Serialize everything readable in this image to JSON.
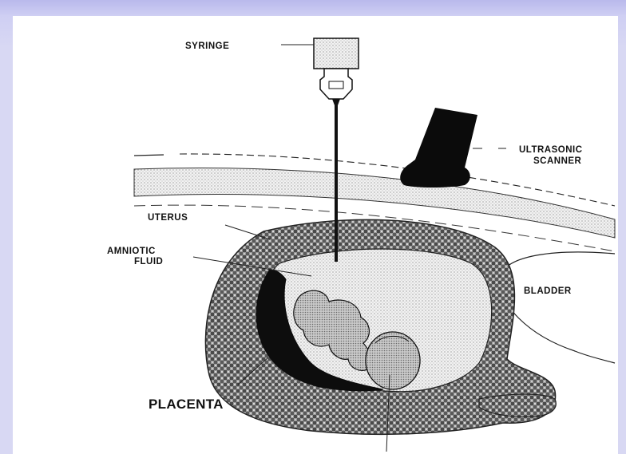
{
  "labels": {
    "syringe": "SYRINGE",
    "scanner_line1": "ULTRASONIC",
    "scanner_line2": "SCANNER",
    "uterus": "UTERUS",
    "amniotic_line1": "AMNIOTIC",
    "amniotic_line2": "FLUID",
    "bladder": "BLADDER",
    "placenta": "PLACENTA"
  },
  "colors": {
    "background_gradient": "#d8d8f3",
    "canvas": "#ffffff",
    "ink": "#111111"
  }
}
